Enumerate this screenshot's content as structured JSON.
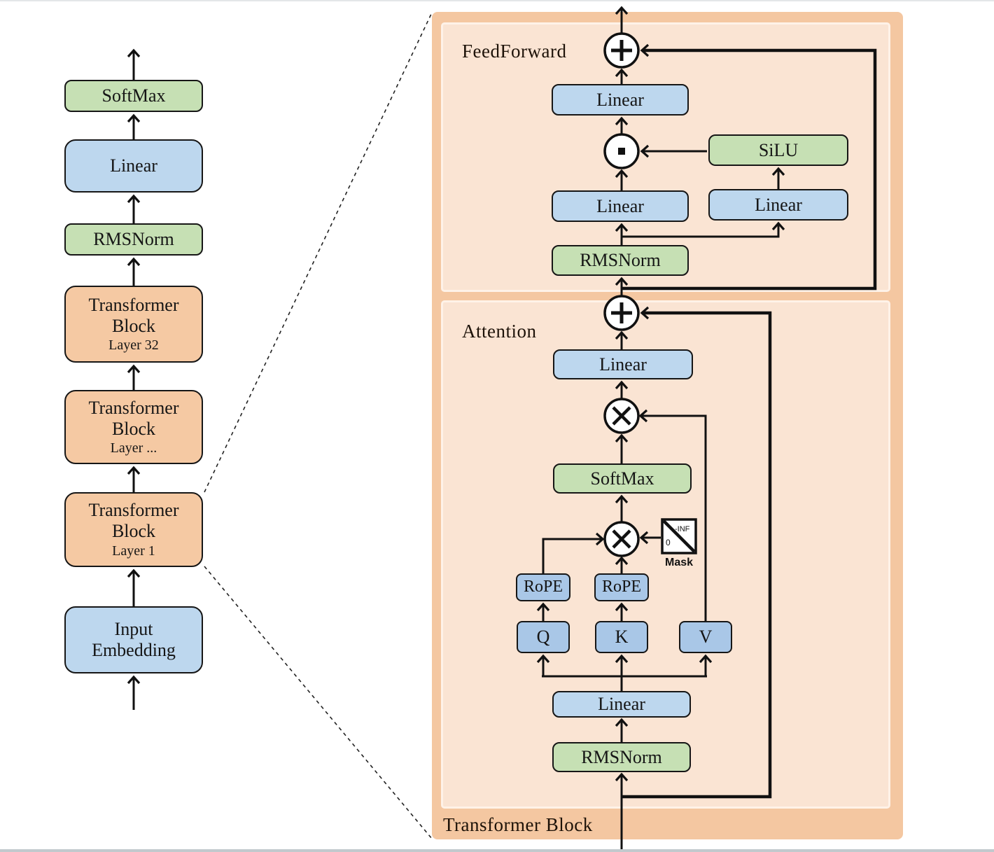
{
  "left_pipeline": {
    "softmax": "SoftMax",
    "linear": "Linear",
    "rmsnorm": "RMSNorm",
    "block32": {
      "line1": "Transformer",
      "line2": "Block",
      "sub": "Layer 32"
    },
    "block_mid": {
      "line1": "Transformer",
      "line2": "Block",
      "sub": "Layer ..."
    },
    "block1": {
      "line1": "Transformer",
      "line2": "Block",
      "sub": "Layer 1"
    },
    "input_embedding": {
      "line1": "Input",
      "line2": "Embedding"
    }
  },
  "detail_panel": {
    "title": "Transformer Block",
    "feedforward": {
      "label": "FeedForward",
      "linear_top": "Linear",
      "silu": "SiLU",
      "linear_left": "Linear",
      "linear_right": "Linear",
      "rmsnorm": "RMSNorm"
    },
    "attention": {
      "label": "Attention",
      "linear_out": "Linear",
      "softmax": "SoftMax",
      "rope_q": "RoPE",
      "rope_k": "RoPE",
      "q": "Q",
      "k": "K",
      "v": "V",
      "linear_in": "Linear",
      "rmsnorm": "RMSNorm",
      "mask": {
        "label": "Mask",
        "neg_inf": "-INF",
        "zero": "0"
      }
    }
  },
  "colors": {
    "block_orange": "#f5c9a3",
    "panel_orange": "#f4c7a1",
    "panel_inner": "#fae4d3",
    "norm_green": "#c6e0b4",
    "linear_blue": "#bdd7ee",
    "qkv_blue": "#a9c7e7",
    "line_black": "#111111"
  }
}
